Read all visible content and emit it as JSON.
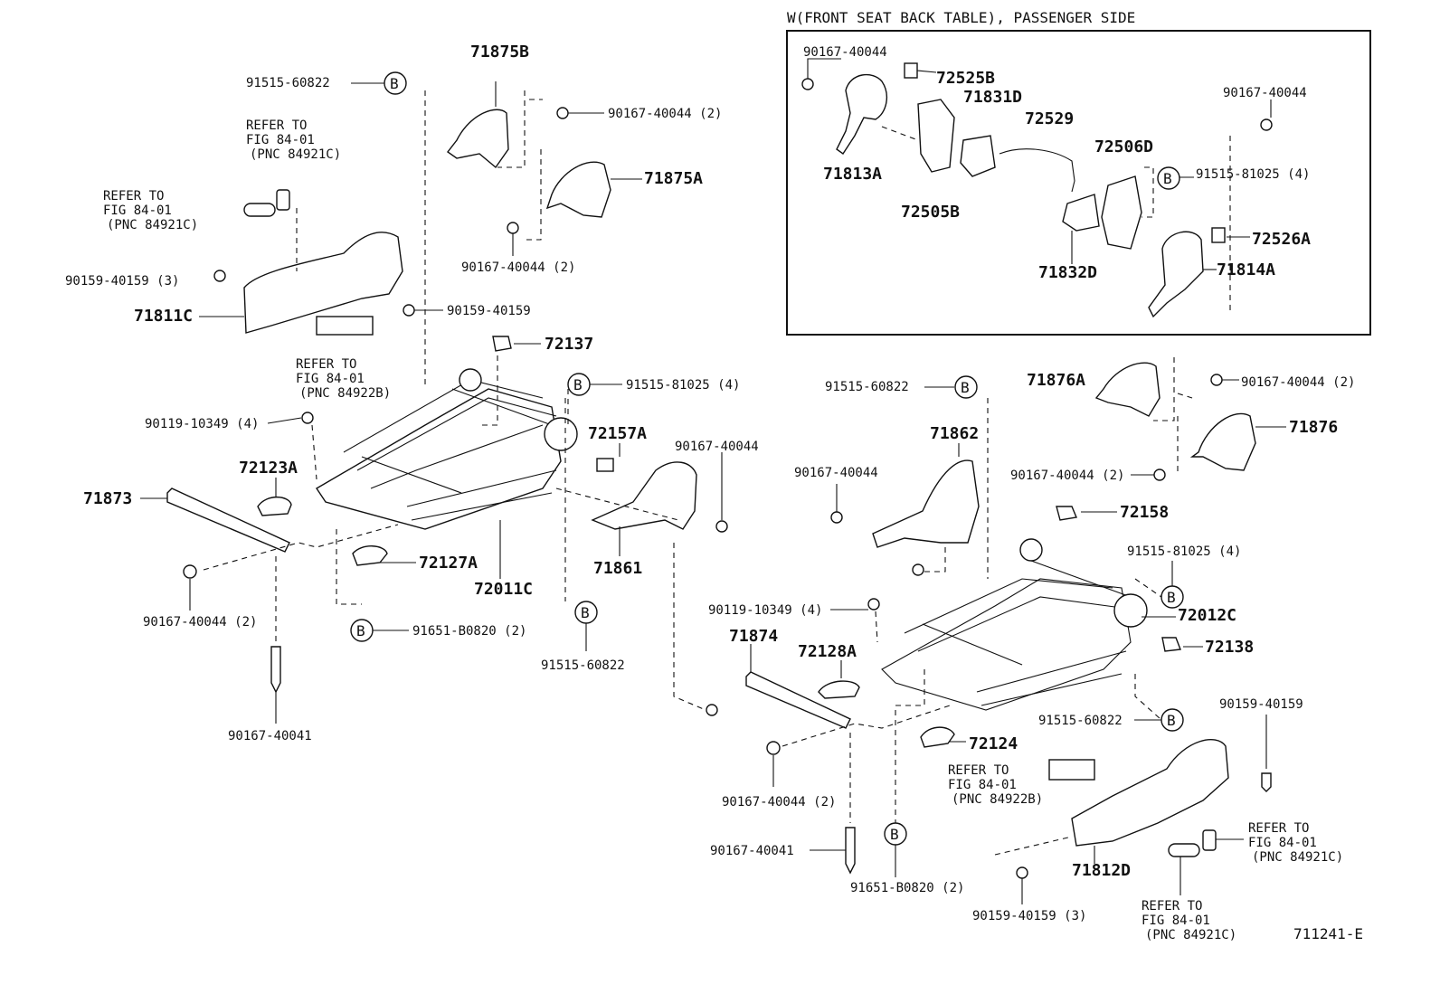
{
  "inset": {
    "title": "W(FRONT SEAT BACK TABLE), PASSENGER SIDE",
    "labels": {
      "p_90167_40044_a": "90167-40044",
      "p_72525B": "72525B",
      "p_71831D": "71831D",
      "p_72529": "72529",
      "p_90167_40044_b": "90167-40044",
      "p_72506D": "72506D",
      "p_91515_81025": "91515-81025 (4)",
      "p_71813A": "71813A",
      "p_72505B": "72505B",
      "p_72526A": "72526A",
      "p_71832D": "71832D",
      "p_71814A": "71814A"
    }
  },
  "left": {
    "labels": {
      "l_91515_60822_top": "91515-60822",
      "l_71875B": "71875B",
      "l_90167_40044_2_a": "90167-40044 (2)",
      "l_refer1_a": "REFER TO",
      "l_refer1_b": "FIG 84-01",
      "l_refer1_c": "(PNC 84921C)",
      "l_71875A": "71875A",
      "l_refer2_a": "REFER TO",
      "l_refer2_b": "FIG 84-01",
      "l_refer2_c": "(PNC 84921C)",
      "l_90167_40044_2_b": "90167-40044 (2)",
      "l_90159_40159_3": "90159-40159 (3)",
      "l_90159_40159": "90159-40159",
      "l_71811C": "71811C",
      "l_72137": "72137",
      "l_refer3_a": "REFER TO",
      "l_refer3_b": "FIG 84-01",
      "l_refer3_c": "(PNC 84922B)",
      "l_91515_81025_4": "91515-81025 (4)",
      "l_90119_10349_4": "90119-10349 (4)",
      "l_72157A": "72157A",
      "l_90167_40044_c": "90167-40044",
      "l_72123A": "72123A",
      "l_71873": "71873",
      "l_72127A": "72127A",
      "l_72011C": "72011C",
      "l_71861": "71861",
      "l_90167_40044_2_c": "90167-40044 (2)",
      "l_91651_B0820_2": "91651-B0820 (2)",
      "l_91515_60822_bot": "91515-60822",
      "l_90167_40041": "90167-40041"
    }
  },
  "right": {
    "labels": {
      "r_71876A": "71876A",
      "r_90167_40044_2_a": "90167-40044 (2)",
      "r_91515_60822_top": "91515-60822",
      "r_71876": "71876",
      "r_71862": "71862",
      "r_90167_40044_a": "90167-40044",
      "r_90167_40044_2_b": "90167-40044 (2)",
      "r_72158": "72158",
      "r_91515_81025_4": "91515-81025 (4)",
      "r_90119_10349_4": "90119-10349 (4)",
      "r_72012C": "72012C",
      "r_71874": "71874",
      "r_72128A": "72128A",
      "r_72138": "72138",
      "r_90159_40159": "90159-40159",
      "r_91515_60822_b": "91515-60822",
      "r_72124": "72124",
      "r_refer1_a": "REFER TO",
      "r_refer1_b": "FIG 84-01",
      "r_refer1_c": "(PNC 84922B)",
      "r_90167_40044_2_c": "90167-40044 (2)",
      "r_refer2_a": "REFER TO",
      "r_refer2_b": "FIG 84-01",
      "r_refer2_c": "(PNC 84921C)",
      "r_90167_40041": "90167-40041",
      "r_71812D": "71812D",
      "r_91651_B0820_2": "91651-B0820 (2)",
      "r_90159_40159_3": "90159-40159 (3)",
      "r_refer3_a": "REFER TO",
      "r_refer3_b": "FIG 84-01",
      "r_refer3_c": "(PNC 84921C)"
    }
  },
  "ref_circle_letter": "B",
  "figure_id": "711241-E"
}
